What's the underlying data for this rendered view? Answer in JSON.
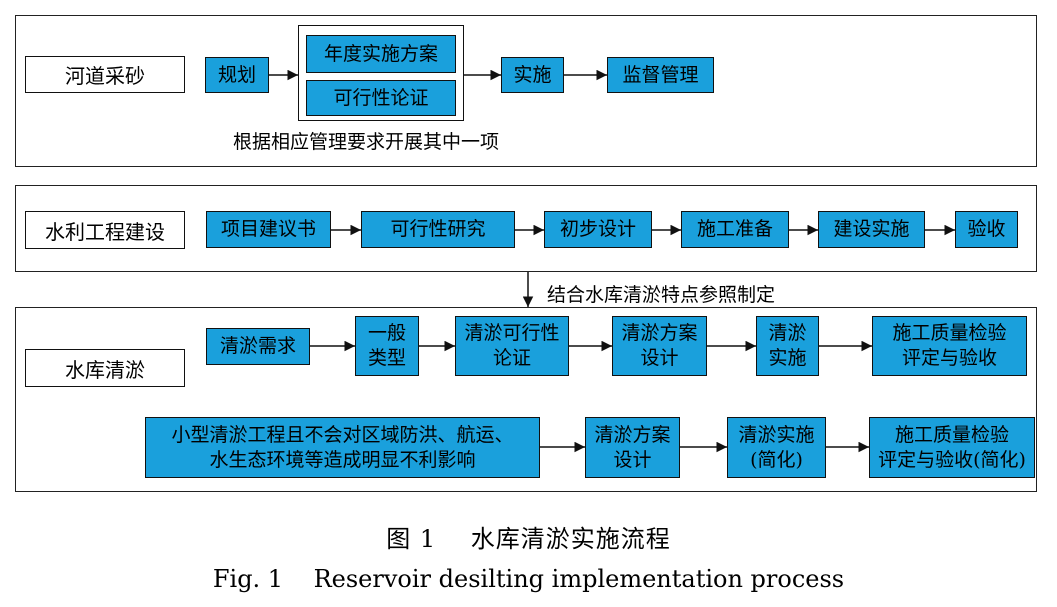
{
  "panel1": {
    "label": "河道采砂",
    "steps": [
      "规划",
      "年度实施方案",
      "可行性论证",
      "实施",
      "监督管理"
    ],
    "note": "根据相应管理要求开展其中一项"
  },
  "panel2": {
    "label": "水利工程建设",
    "steps": [
      "项目建议书",
      "可行性研究",
      "初步设计",
      "施工准备",
      "建设实施",
      "验收"
    ]
  },
  "connector_note": "结合水库清淤特点参照制定",
  "panel3": {
    "label": "水库清淤",
    "row1": [
      "清淤需求",
      "一般\n类型",
      "清淤可行性\n论证",
      "清淤方案\n设计",
      "清淤\n实施",
      "施工质量检验\n评定与验收"
    ],
    "row2": [
      "小型清淤工程且不会对区域防洪、航运、\n水生态环境等造成明显不利影响",
      "清淤方案\n设计",
      "清淤实施\n(简化)",
      "施工质量检验\n评定与验收(简化)"
    ]
  },
  "caption": {
    "cn": "图 1    水库清淤实施流程",
    "en": "Fig. 1    Reservoir desilting implementation process"
  },
  "colors": {
    "box_fill": "#1aa0dc",
    "border": "#111111"
  }
}
